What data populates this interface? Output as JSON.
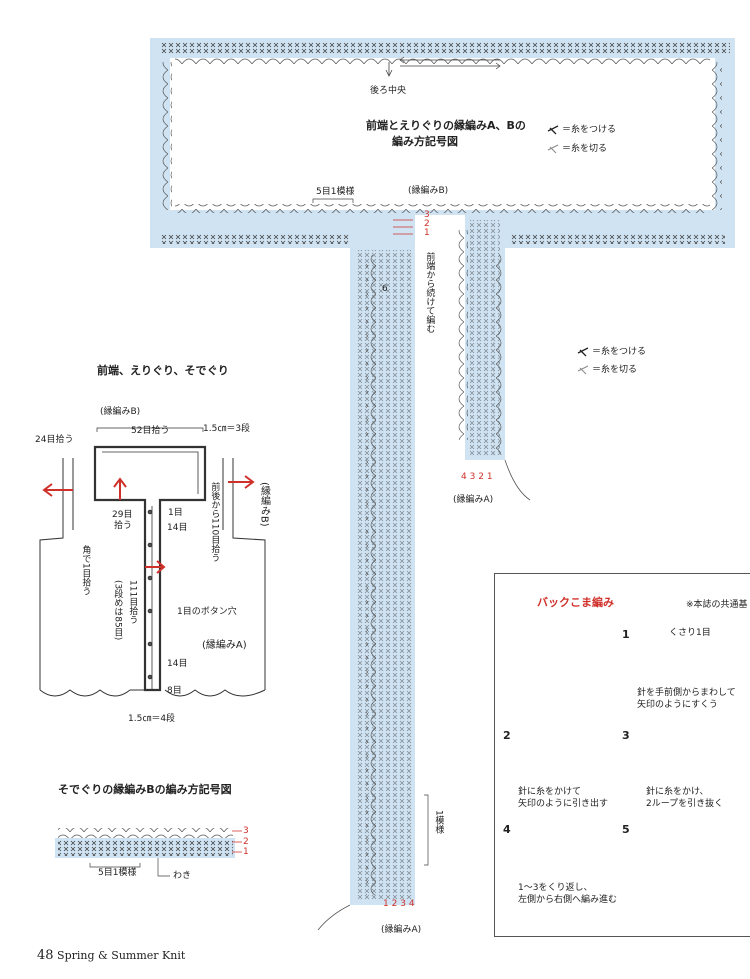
{
  "top_chart": {
    "back_center": "後ろ中央",
    "title_line1": "前端とえりぐりの縁編みA、Bの",
    "title_line2": "編み方記号図",
    "legend_attach": "＝糸をつける",
    "legend_cut": "＝糸を切る",
    "pattern_repeat": "5目1模様",
    "edging_b": "(縁編みB)",
    "rows_red": [
      "3",
      "2",
      "1"
    ],
    "row_six": "6",
    "continuous_note": "前端から続けて編む",
    "rows_bottom_right": [
      "4",
      "3",
      "2",
      "1"
    ],
    "edging_a": "(縁編みA)",
    "one_pattern": "1模様",
    "rows_bottom_left": [
      "1",
      "2",
      "3",
      "4"
    ],
    "edging_a_bottom": "(縁編みA)"
  },
  "left_diagram": {
    "title": "前端、えりぐり、そでぐり",
    "edging_b": "(縁編みB)",
    "pick_52": "52目拾う",
    "pick_24": "24目拾う",
    "cm_3rows": "1.5㎝＝3段",
    "pick_29_a": "29目",
    "pick_29_b": "拾う",
    "row_1": "1目",
    "row_14_top": "14目",
    "sleeve_pick": "前後から110目拾う",
    "sleeve_edging_b": "(縁編みB)",
    "corner_pick": "角で1目拾う",
    "front_111": "111目拾う",
    "front_111_note": "(3段めは85目)",
    "buttonhole": "1目のボタン穴",
    "edging_a": "(縁編みA)",
    "row_14_bottom": "14目",
    "row_8": "8目",
    "cm_4rows": "1.5㎝＝4段"
  },
  "sleeve_chart": {
    "title": "そでぐりの縁編みBの編み方記号図",
    "rows": [
      "3",
      "2",
      "1"
    ],
    "repeat": "5目1模様",
    "side": "わき"
  },
  "tutorial": {
    "title": "バックこま編み",
    "common_note": "※本誌の共通基",
    "step1_num": "1",
    "step1_loop": "くさり1目",
    "step1_text1": "針を手前側からまわして",
    "step1_text2": "矢印のようにすくう",
    "step2_num": "2",
    "step2_text1": "針に糸をかけて",
    "step2_text2": "矢印のように引き出す",
    "step3_num": "3",
    "step3_text1": "針に糸をかけ、",
    "step3_text2": "2ループを引き抜く",
    "step4_num": "4",
    "step4_text1": "1〜3をくり返し、",
    "step4_text2": "左側から右側へ編み進む",
    "step5_num": "5"
  },
  "footer": {
    "page_number": "48",
    "magazine": "Spring & Summer Knit"
  },
  "colors": {
    "accent_red": "#d0302a",
    "chart_blue": "#cfe3f3",
    "yarn_tan": "#c9a184"
  }
}
